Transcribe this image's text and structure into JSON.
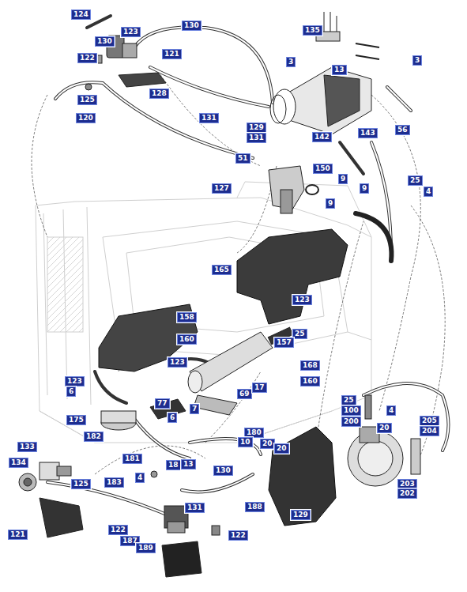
{
  "diagram": {
    "labels": [
      "124",
      "130",
      "123",
      "122",
      "130",
      "121",
      "125",
      "128",
      "120",
      "131",
      "135",
      "3",
      "13",
      "3",
      "129",
      "131",
      "142",
      "143",
      "56",
      "51",
      "150",
      "9",
      "9",
      "25",
      "4",
      "127",
      "9",
      "165",
      "123",
      "158",
      "25",
      "160",
      "157",
      "123",
      "168",
      "160",
      "69",
      "17",
      "123",
      "6",
      "77",
      "7",
      "6",
      "175",
      "25",
      "100",
      "200",
      "4",
      "20",
      "205",
      "204",
      "182",
      "133",
      "180",
      "10",
      "20",
      "20",
      "181",
      "134",
      "18",
      "13",
      "4",
      "130",
      "125",
      "183",
      "203",
      "202",
      "129",
      "131",
      "188",
      "122",
      "187",
      "189",
      "122",
      "121"
    ]
  }
}
